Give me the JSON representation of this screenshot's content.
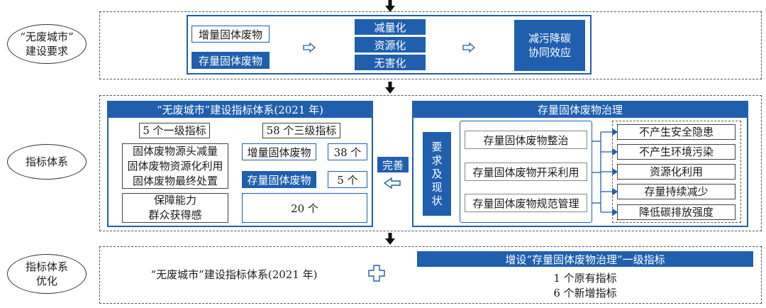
{
  "row1": {
    "label": [
      "“无废城市”",
      "建设要求"
    ],
    "incremental": "增量固体废物",
    "existing": "存量固体废物",
    "goals": [
      "减量化",
      "资源化",
      "无害化"
    ],
    "result": [
      "减污降碳",
      "协同效应"
    ]
  },
  "row2": {
    "label": "指标体系",
    "left_panel": {
      "title": "“无废城市”建设指标体系(2021 年)",
      "level1_count": "5 个一级指标",
      "level3_count": "58 个三级指标",
      "level1_items": [
        "固体废物源头减量",
        "固体废物资源化利用",
        "固体废物最终处置"
      ],
      "level1_items2": [
        "保障能力",
        "群众获得感"
      ],
      "incremental_label": "增量固体废物",
      "incremental_count": "38 个",
      "existing_label": "存量固体废物",
      "existing_count": "5 个",
      "total": "20 个"
    },
    "improve_label": "完善",
    "right_panel": {
      "title": "存量固体废物治理",
      "req_chars": [
        "要",
        "求",
        "及",
        "现",
        "状"
      ],
      "actions": [
        "存量固体废物整治",
        "存量固体废物开采利用",
        "存量固体废物规范管理"
      ],
      "outcomes": [
        "不产生安全隐患",
        "不产生环境污染",
        "资源化利用",
        "存量持续减少",
        "降低碳排放强度"
      ]
    }
  },
  "row3": {
    "label": [
      "指标体系",
      "优化"
    ],
    "system": "“无废城市”建设指标体系(2021 年)",
    "add_title": "增设“存量固体废物治理”一级指标",
    "add_items": [
      "1 个原有指标",
      "6 个新增指标"
    ]
  },
  "colors": {
    "accent": "#1f5fae",
    "dash": "#555555"
  }
}
